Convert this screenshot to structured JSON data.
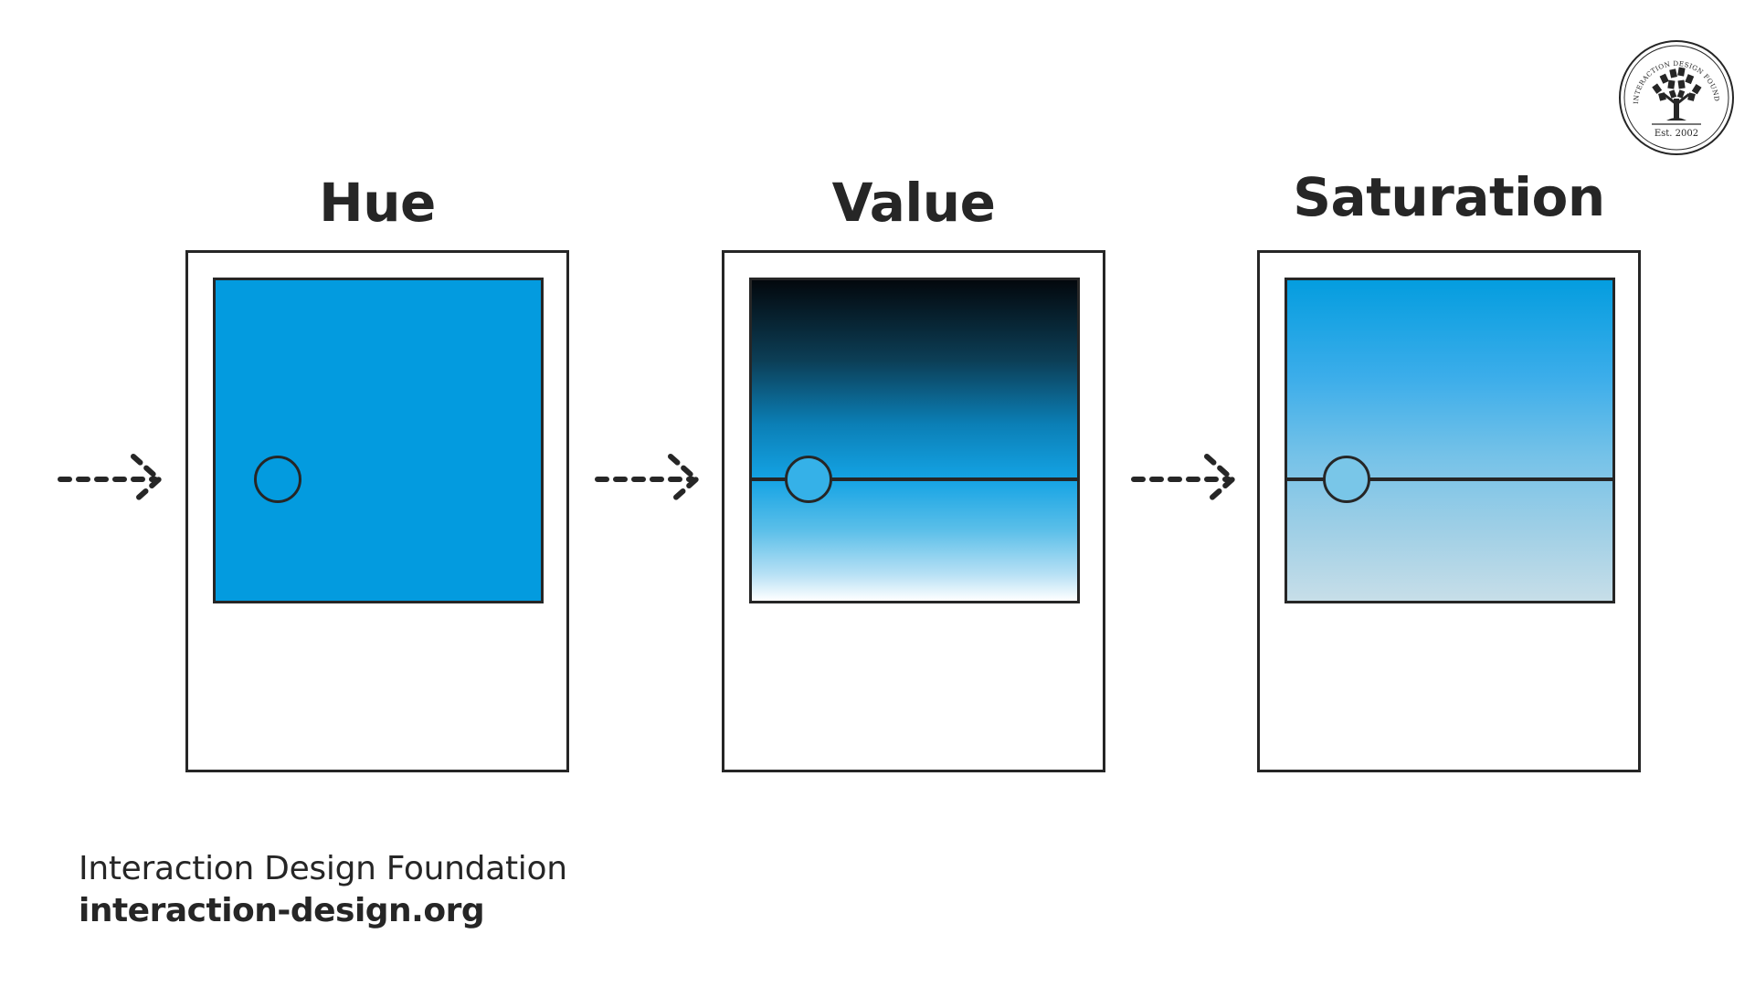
{
  "panels": [
    {
      "title": "Hue"
    },
    {
      "title": "Value"
    },
    {
      "title": "Saturation"
    }
  ],
  "footer": {
    "organization": "Interaction Design Foundation",
    "url": "interaction-design.org"
  },
  "logo": {
    "ring_text": "INTERACTION DESIGN FOUNDATION",
    "established": "Est. 2002",
    "icon": "tree-of-books-icon"
  },
  "colors": {
    "ink": "#262626",
    "hue_blue": "#039bdf",
    "value_dark": "#03080d",
    "value_light": "#ffffff",
    "saturation_pale": "#c7dee8",
    "background": "#ffffff"
  },
  "icons": {
    "flow_arrow": "dashed-arrow-right-icon",
    "slider_knob": "circle-knob-icon"
  }
}
